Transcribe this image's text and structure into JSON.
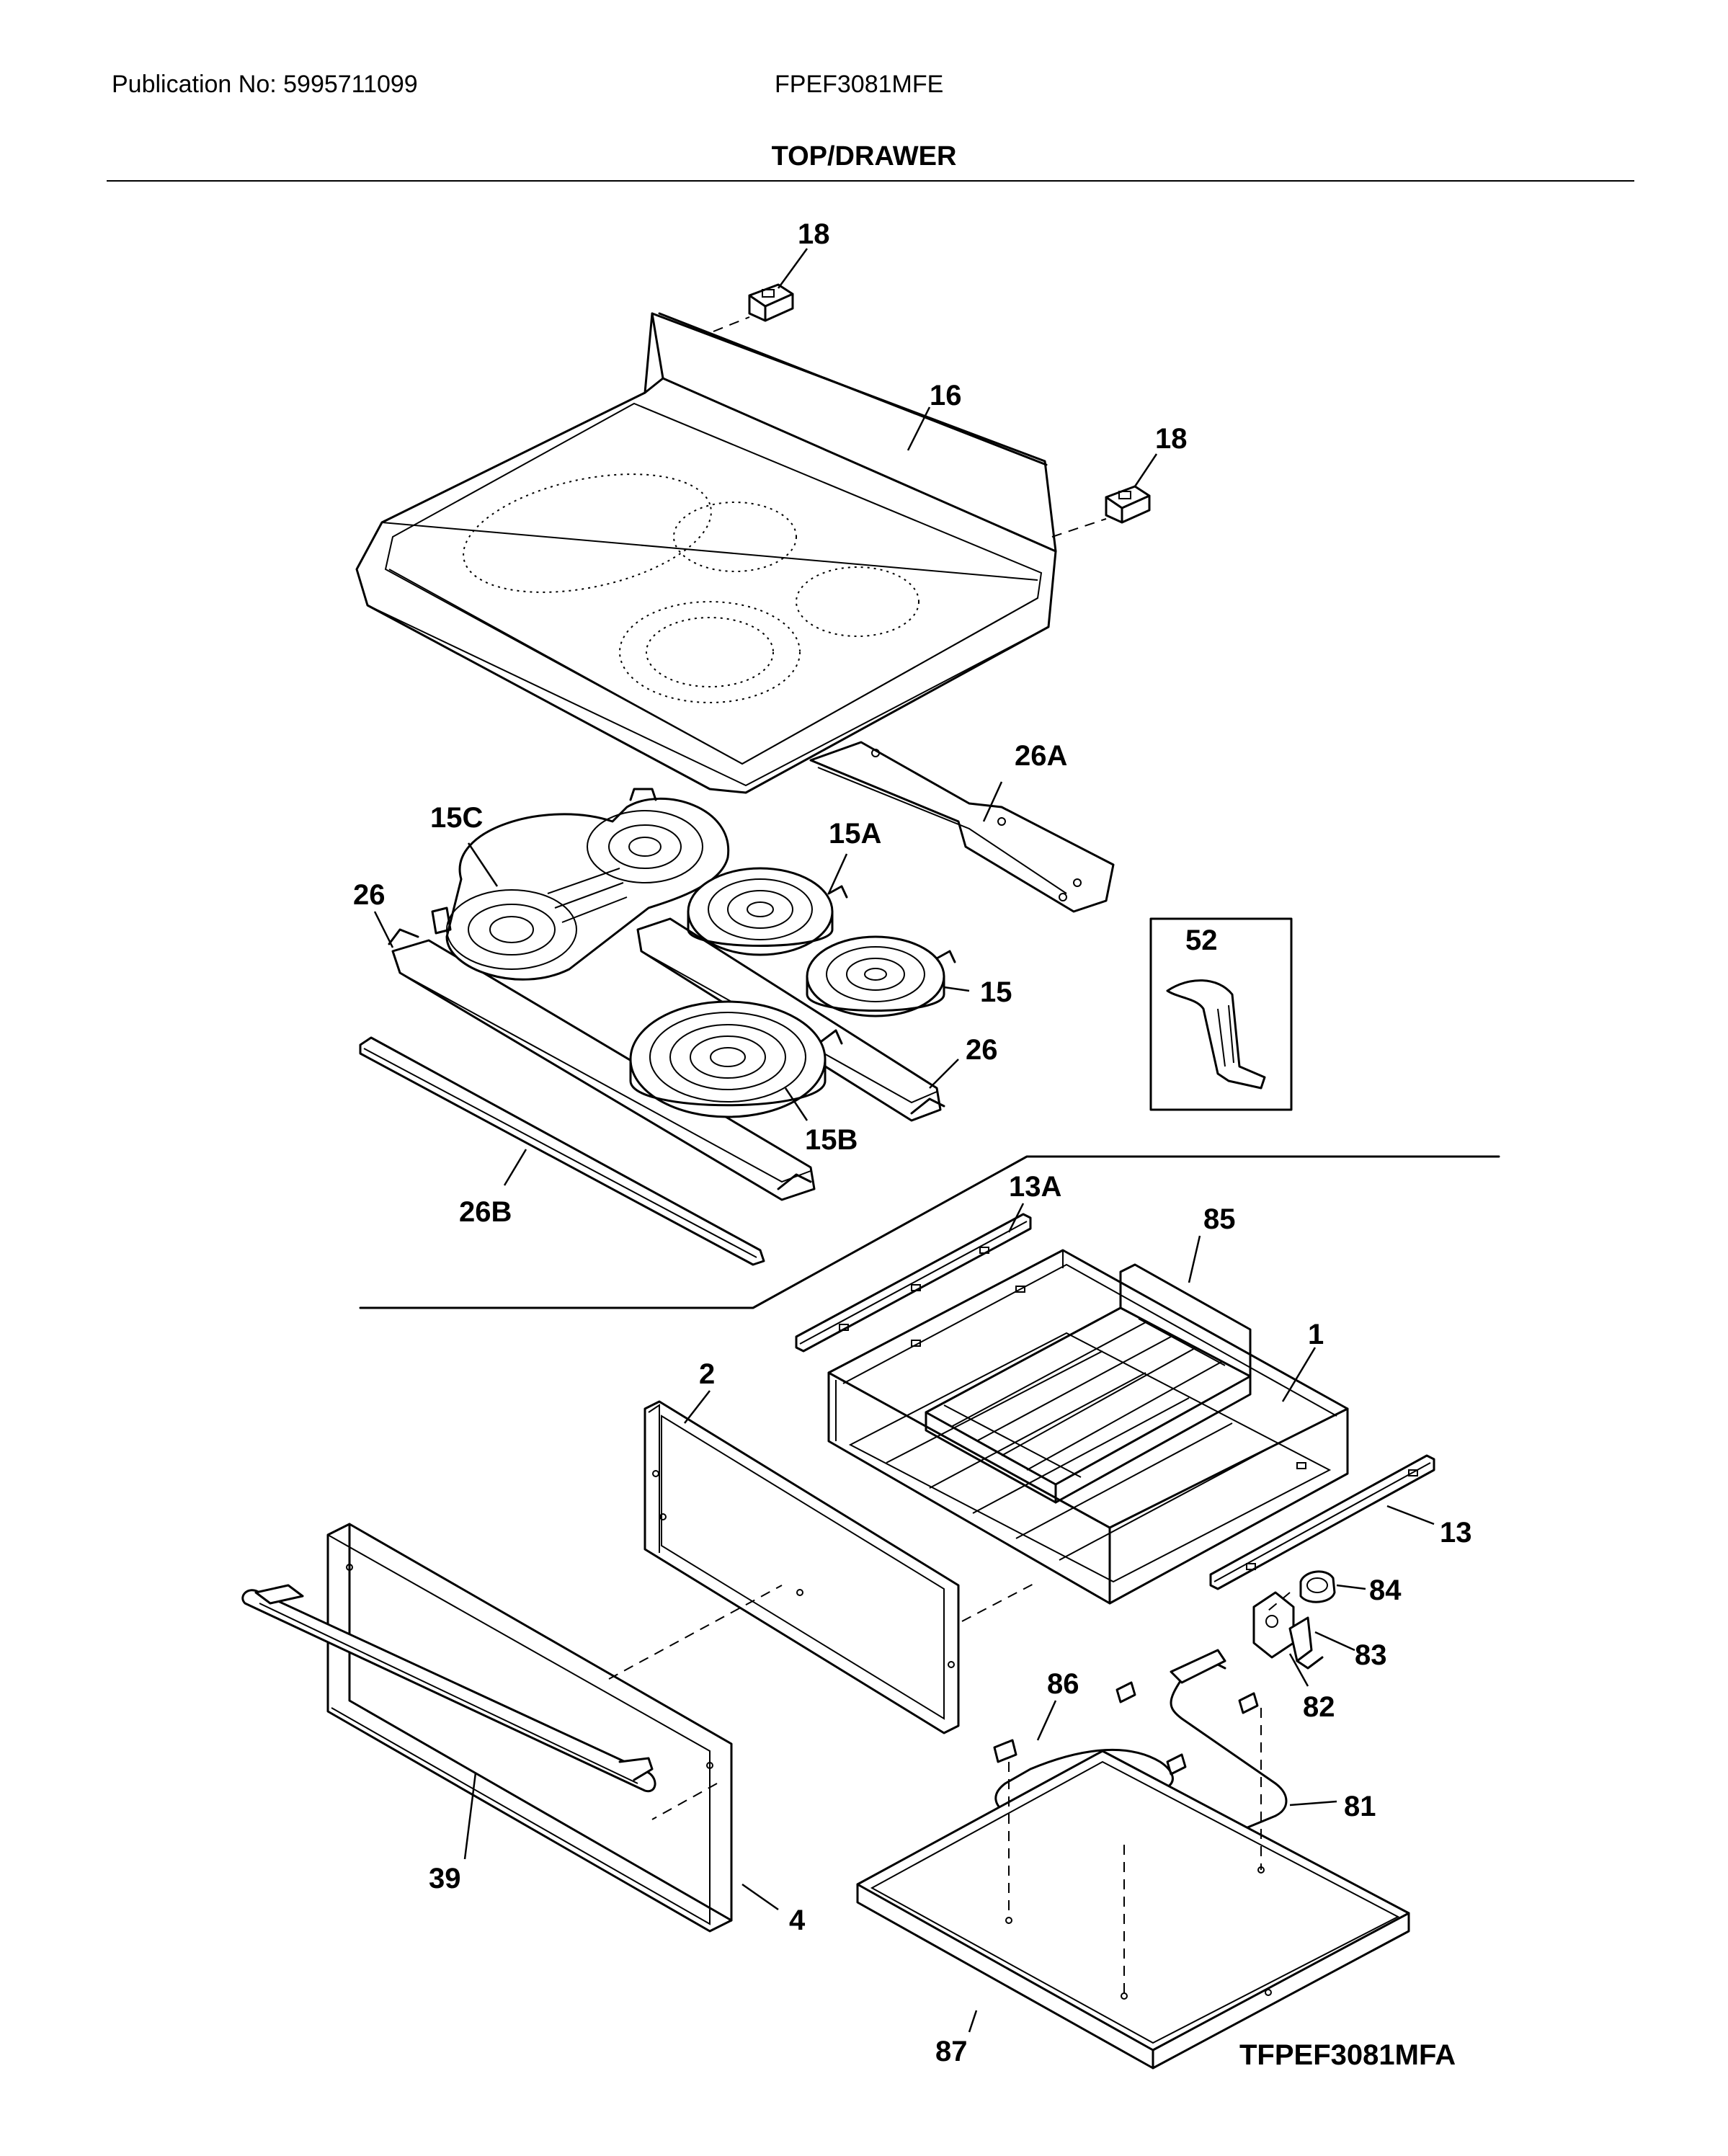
{
  "header": {
    "publication": "Publication No: 5995711099",
    "model": "FPEF3081MFE",
    "section_title": "TOP/DRAWER"
  },
  "callouts": {
    "c18a": "18",
    "c16": "16",
    "c18b": "18",
    "c26A": "26A",
    "c15C": "15C",
    "c15A": "15A",
    "c26a": "26",
    "c15": "15",
    "c26b": "26",
    "c15B": "15B",
    "c52": "52",
    "c26B": "26B",
    "c13A": "13A",
    "c85": "85",
    "c1": "1",
    "c2": "2",
    "c13": "13",
    "c84": "84",
    "c83": "83",
    "c82": "82",
    "c86": "86",
    "c81": "81",
    "c39": "39",
    "c4": "4",
    "c87": "87"
  },
  "figure_ref": "TFPEF3081MFA"
}
